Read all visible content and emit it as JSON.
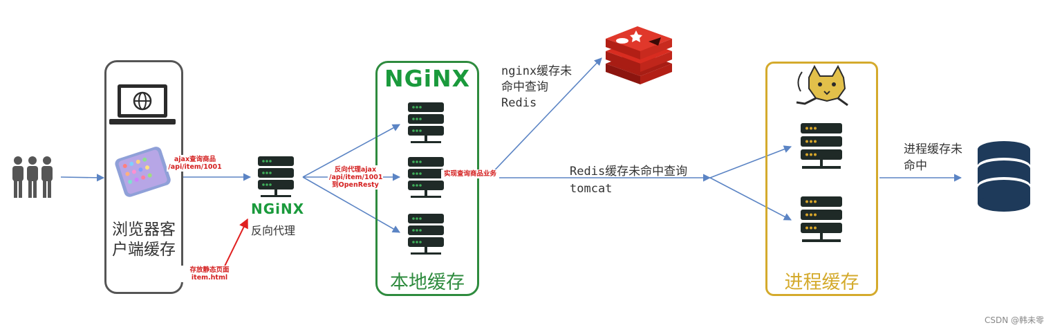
{
  "labels": {
    "browser_cache": "浏览器客户端缓存",
    "reverse_proxy": "反向代理",
    "local_cache": "本地缓存",
    "process_cache": "进程缓存",
    "nginx_miss_redis": "nginx缓存未命中查询Redis",
    "redis_miss_tomcat": "Redis缓存未命中查询tomcat",
    "process_miss": "进程缓存未命中",
    "nginx_logo_text": "NGiNX",
    "credit": "CSDN @韩未零"
  },
  "tags": {
    "ajax": "ajax查询商品 /api/item/1001",
    "static_page": "存放静态页面 item.html",
    "proxy_ajax": "反向代理ajax /api/item/1001 到OpenResty",
    "impl_query": "实现查询商品业务"
  },
  "icons": {
    "users": "users-icon",
    "laptop": "laptop-globe-icon",
    "phone": "smartphone-icon",
    "server": "server-rack-icon",
    "redis": "redis-logo-icon",
    "tomcat": "tomcat-logo-icon",
    "database": "database-icon"
  },
  "colors": {
    "arrow": "#5b84c4",
    "highlight_arrow": "#e02020",
    "server": "#1f2a27",
    "server_green": "#3fae5a",
    "server_gold": "#d8a62a",
    "nginx_green": "#2e8b3e",
    "tomcat_gold": "#d4aa2c",
    "redis_red": "#d82c20",
    "database": "#1e3a5a"
  }
}
